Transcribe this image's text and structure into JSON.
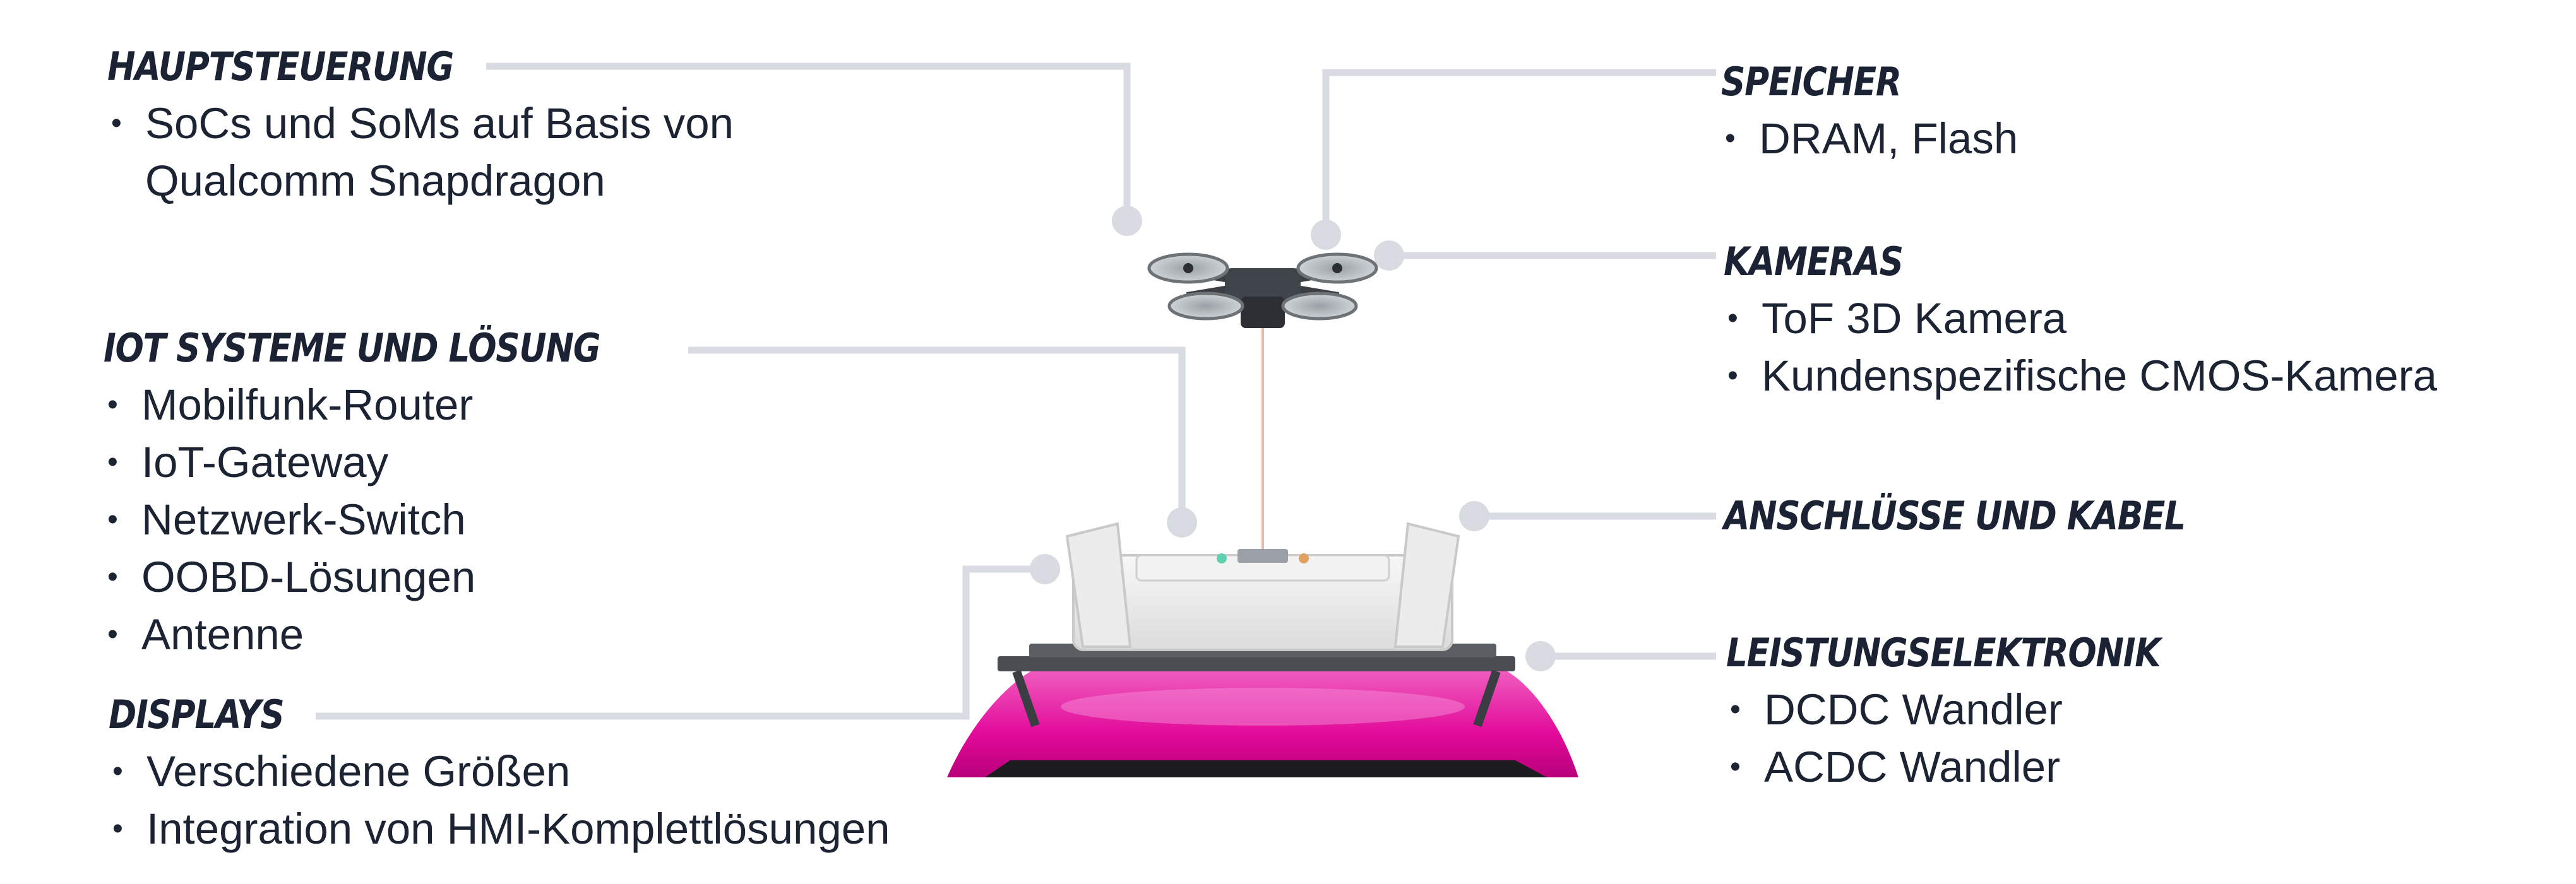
{
  "components": {
    "hauptsteuerung": {
      "title": "HAUPTSTEUERUNG",
      "items": [
        "SoCs und SoMs auf Basis von",
        "Qualcomm Snapdragon"
      ]
    },
    "iot": {
      "title": "IOT SYSTEME UND LÖSUNG",
      "items": [
        "Mobilfunk-Router",
        "IoT-Gateway",
        "Netzwerk-Switch",
        "OOBD-Lösungen",
        "Antenne"
      ]
    },
    "displays": {
      "title": "DISPLAYS",
      "items": [
        "Verschiedene Größen",
        "Integration von HMI-Komplettlösungen"
      ]
    },
    "speicher": {
      "title": "SPEICHER",
      "items": [
        "DRAM, Flash"
      ]
    },
    "kameras": {
      "title": "KAMERAS",
      "items": [
        "ToF 3D Kamera",
        "Kundenspezifische CMOS-Kamera"
      ]
    },
    "anschluesse": {
      "title": "ANSCHLÜSSE UND KABEL"
    },
    "leistung": {
      "title": "LEISTUNGSELEKTRONIK",
      "items": [
        "DCDC Wandler",
        "ACDC Wandler"
      ]
    }
  },
  "bullet": "•",
  "colors": {
    "text": "#1c2433",
    "leader_line": "#d8dbe1",
    "car_magenta": "#e20074"
  }
}
